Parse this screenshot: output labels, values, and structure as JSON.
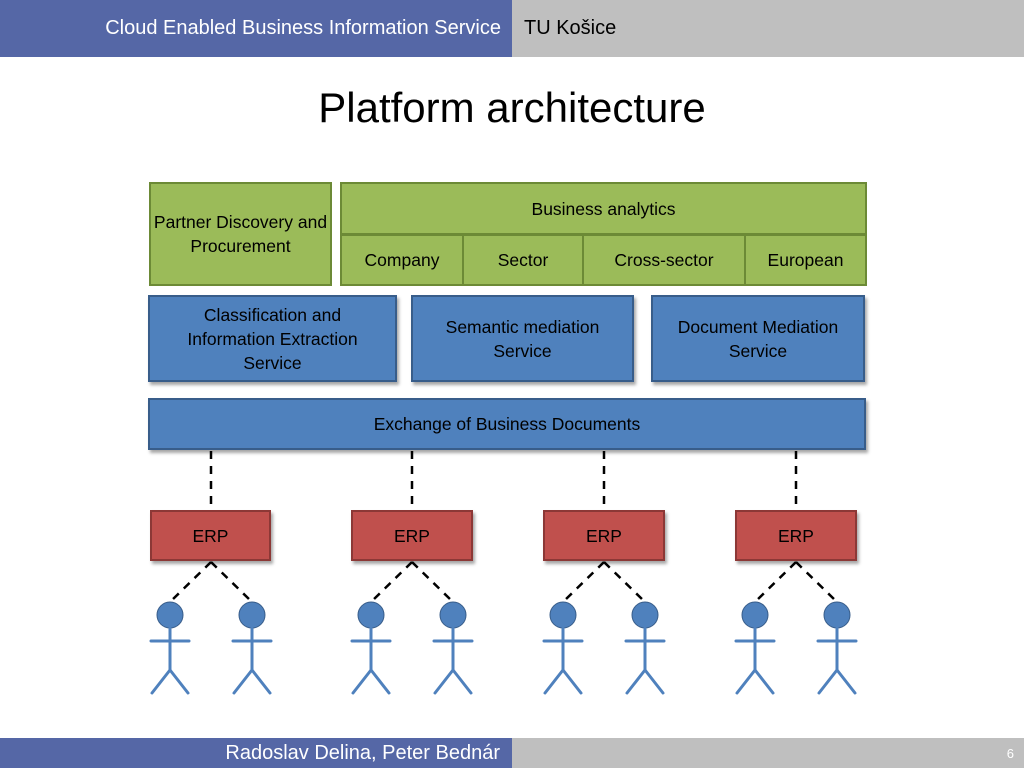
{
  "header": {
    "course_title": "Cloud Enabled Business Information Service",
    "institution": "TU Košice"
  },
  "slide": {
    "title": "Platform architecture"
  },
  "diagram": {
    "partner_discovery": "Partner Discovery and Procurement",
    "business_analytics": "Business analytics",
    "analytics_items": [
      "Company",
      "Sector",
      "Cross-sector",
      "European"
    ],
    "classification": "Classification and Information Extraction Service",
    "semantic_mediation": "Semantic mediation Service",
    "document_mediation": "Document Mediation Service",
    "exchange": "Exchange of Business Documents",
    "erp_label": "ERP",
    "erp_count": 4,
    "users_per_erp": 2,
    "colors": {
      "green": "#9bbb59",
      "blue": "#4f81bd",
      "red": "#c0504d",
      "user": "#4f81bd"
    }
  },
  "footer": {
    "authors": "Radoslav Delina, Peter Bednár",
    "page_number": "6"
  }
}
